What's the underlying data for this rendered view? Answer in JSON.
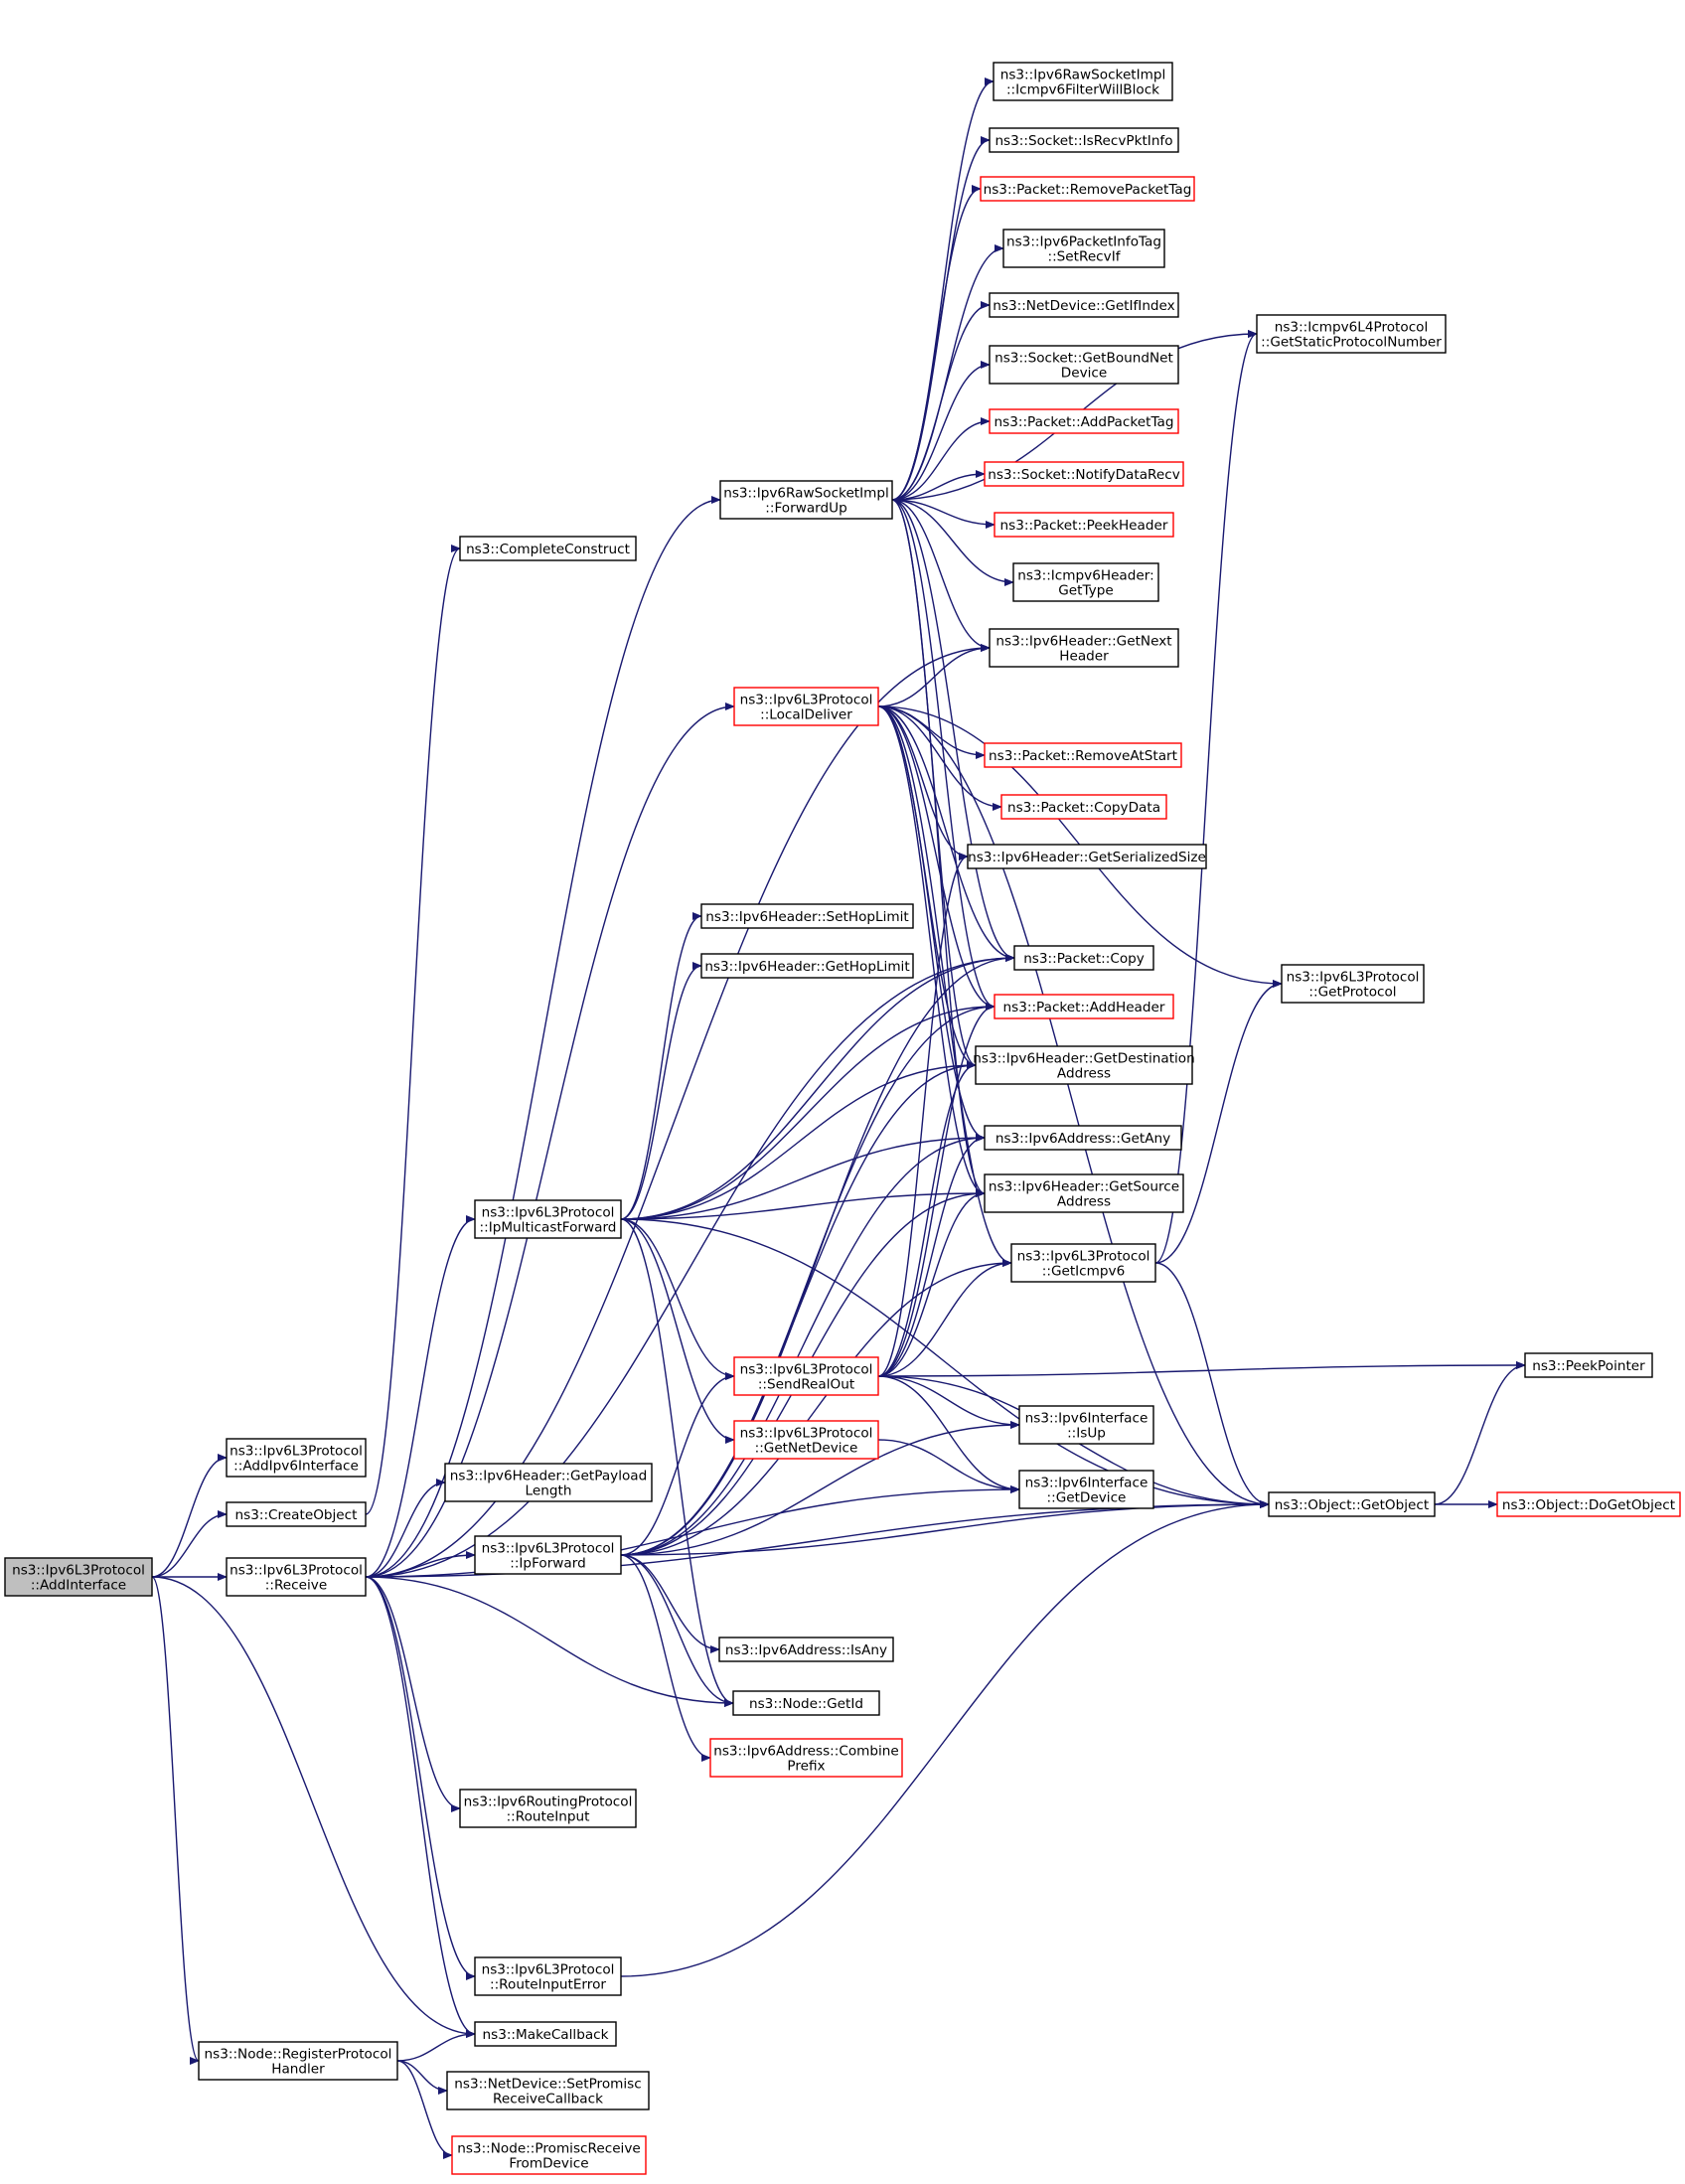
{
  "colors": {
    "edge": "#191970",
    "box_border": "#000000",
    "truncated_border": "#ff0000",
    "root_fill": "#bfbfbf",
    "box_fill": "#ffffff"
  },
  "nodes": [
    {
      "id": "addInterface",
      "lines": [
        "ns3::Ipv6L3Protocol",
        "::AddInterface"
      ],
      "style": "root"
    },
    {
      "id": "addIpv6Interface",
      "lines": [
        "ns3::Ipv6L3Protocol",
        "::AddIpv6Interface"
      ]
    },
    {
      "id": "createObject",
      "lines": [
        "ns3::CreateObject"
      ]
    },
    {
      "id": "receive",
      "lines": [
        "ns3::Ipv6L3Protocol",
        "::Receive"
      ]
    },
    {
      "id": "registerProtocolHandler",
      "lines": [
        "ns3::Node::RegisterProtocol",
        "Handler"
      ]
    },
    {
      "id": "makeCallback",
      "lines": [
        "ns3::MakeCallback"
      ]
    },
    {
      "id": "completeConstruct",
      "lines": [
        "ns3::CompleteConstruct"
      ]
    },
    {
      "id": "rawForwardUp",
      "lines": [
        "ns3::Ipv6RawSocketImpl",
        "::ForwardUp"
      ]
    },
    {
      "id": "localDeliver",
      "lines": [
        "ns3::Ipv6L3Protocol",
        "::LocalDeliver"
      ],
      "style": "trunc"
    },
    {
      "id": "ipMulticastForward",
      "lines": [
        "ns3::Ipv6L3Protocol",
        "::IpMulticastForward"
      ]
    },
    {
      "id": "getPayloadLength",
      "lines": [
        "ns3::Ipv6Header::GetPayload",
        "Length"
      ]
    },
    {
      "id": "ipForward",
      "lines": [
        "ns3::Ipv6L3Protocol",
        "::IpForward"
      ]
    },
    {
      "id": "routeInput",
      "lines": [
        "ns3::Ipv6RoutingProtocol",
        "::RouteInput"
      ]
    },
    {
      "id": "routeInputError",
      "lines": [
        "ns3::Ipv6L3Protocol",
        "::RouteInputError"
      ]
    },
    {
      "id": "setPromisc",
      "lines": [
        "ns3::NetDevice::SetPromisc",
        "ReceiveCallback"
      ]
    },
    {
      "id": "promiscReceive",
      "lines": [
        "ns3::Node::PromiscReceive",
        "FromDevice"
      ],
      "style": "trunc"
    },
    {
      "id": "icmpv6FilterWillBlock",
      "lines": [
        "ns3::Ipv6RawSocketImpl",
        "::Icmpv6FilterWillBlock"
      ]
    },
    {
      "id": "isRecvPktInfo",
      "lines": [
        "ns3::Socket::IsRecvPktInfo"
      ]
    },
    {
      "id": "removePacketTag",
      "lines": [
        "ns3::Packet::RemovePacketTag"
      ],
      "style": "trunc"
    },
    {
      "id": "setRecvIf",
      "lines": [
        "ns3::Ipv6PacketInfoTag",
        "::SetRecvIf"
      ]
    },
    {
      "id": "getIfIndex",
      "lines": [
        "ns3::NetDevice::GetIfIndex"
      ]
    },
    {
      "id": "getBoundNetDevice",
      "lines": [
        "ns3::Socket::GetBoundNet",
        "Device"
      ]
    },
    {
      "id": "addPacketTag",
      "lines": [
        "ns3::Packet::AddPacketTag"
      ],
      "style": "trunc"
    },
    {
      "id": "notifyDataRecv",
      "lines": [
        "ns3::Socket::NotifyDataRecv"
      ],
      "style": "trunc"
    },
    {
      "id": "peekHeader",
      "lines": [
        "ns3::Packet::PeekHeader"
      ],
      "style": "trunc"
    },
    {
      "id": "icmpGetType",
      "lines": [
        "ns3::Icmpv6Header:",
        "GetType"
      ]
    },
    {
      "id": "getNextHeader",
      "lines": [
        "ns3::Ipv6Header::GetNext",
        "Header"
      ]
    },
    {
      "id": "removeAtStart",
      "lines": [
        "ns3::Packet::RemoveAtStart"
      ],
      "style": "trunc"
    },
    {
      "id": "copyData",
      "lines": [
        "ns3::Packet::CopyData"
      ],
      "style": "trunc"
    },
    {
      "id": "getSerializedSize",
      "lines": [
        "ns3::Ipv6Header::GetSerializedSize"
      ]
    },
    {
      "id": "setHopLimit",
      "lines": [
        "ns3::Ipv6Header::SetHopLimit"
      ]
    },
    {
      "id": "getHopLimit",
      "lines": [
        "ns3::Ipv6Header::GetHopLimit"
      ]
    },
    {
      "id": "packetCopy",
      "lines": [
        "ns3::Packet::Copy"
      ]
    },
    {
      "id": "addHeader",
      "lines": [
        "ns3::Packet::AddHeader"
      ],
      "style": "trunc"
    },
    {
      "id": "getDestAddr",
      "lines": [
        "ns3::Ipv6Header::GetDestination",
        "Address"
      ]
    },
    {
      "id": "getAny",
      "lines": [
        "ns3::Ipv6Address::GetAny"
      ]
    },
    {
      "id": "getSrcAddr",
      "lines": [
        "ns3::Ipv6Header::GetSource",
        "Address"
      ]
    },
    {
      "id": "getIcmpv6",
      "lines": [
        "ns3::Ipv6L3Protocol",
        "::GetIcmpv6"
      ]
    },
    {
      "id": "sendRealOut",
      "lines": [
        "ns3::Ipv6L3Protocol",
        "::SendRealOut"
      ],
      "style": "trunc"
    },
    {
      "id": "getNetDevice",
      "lines": [
        "ns3::Ipv6L3Protocol",
        "::GetNetDevice"
      ],
      "style": "trunc"
    },
    {
      "id": "isUp",
      "lines": [
        "ns3::Ipv6Interface",
        "::IsUp"
      ]
    },
    {
      "id": "ifGetDevice",
      "lines": [
        "ns3::Ipv6Interface",
        "::GetDevice"
      ]
    },
    {
      "id": "isAny",
      "lines": [
        "ns3::Ipv6Address::IsAny"
      ]
    },
    {
      "id": "getId",
      "lines": [
        "ns3::Node::GetId"
      ]
    },
    {
      "id": "combinePrefix",
      "lines": [
        "ns3::Ipv6Address::Combine",
        "Prefix"
      ],
      "style": "trunc"
    },
    {
      "id": "staticProtoNum",
      "lines": [
        "ns3::Icmpv6L4Protocol",
        "::GetStaticProtocolNumber"
      ]
    },
    {
      "id": "getProtocol",
      "lines": [
        "ns3::Ipv6L3Protocol",
        "::GetProtocol"
      ]
    },
    {
      "id": "peekPointer",
      "lines": [
        "ns3::PeekPointer"
      ]
    },
    {
      "id": "getObject",
      "lines": [
        "ns3::Object::GetObject"
      ]
    },
    {
      "id": "doGetObject",
      "lines": [
        "ns3::Object::DoGetObject"
      ],
      "style": "trunc"
    }
  ],
  "edges": [
    [
      "addInterface",
      "addIpv6Interface"
    ],
    [
      "addInterface",
      "createObject"
    ],
    [
      "addInterface",
      "receive"
    ],
    [
      "addInterface",
      "registerProtocolHandler"
    ],
    [
      "addInterface",
      "makeCallback"
    ],
    [
      "createObject",
      "completeConstruct"
    ],
    [
      "receive",
      "rawForwardUp"
    ],
    [
      "receive",
      "localDeliver"
    ],
    [
      "receive",
      "ipMulticastForward"
    ],
    [
      "receive",
      "getPayloadLength"
    ],
    [
      "receive",
      "ipForward"
    ],
    [
      "receive",
      "routeInput"
    ],
    [
      "receive",
      "routeInputError"
    ],
    [
      "receive",
      "makeCallback"
    ],
    [
      "receive",
      "getObject"
    ],
    [
      "receive",
      "getNextHeader"
    ],
    [
      "receive",
      "packetCopy"
    ],
    [
      "receive",
      "getId"
    ],
    [
      "receive",
      "ifGetDevice"
    ],
    [
      "registerProtocolHandler",
      "makeCallback"
    ],
    [
      "registerProtocolHandler",
      "setPromisc"
    ],
    [
      "registerProtocolHandler",
      "promiscReceive"
    ],
    [
      "rawForwardUp",
      "icmpv6FilterWillBlock"
    ],
    [
      "rawForwardUp",
      "isRecvPktInfo"
    ],
    [
      "rawForwardUp",
      "removePacketTag"
    ],
    [
      "rawForwardUp",
      "setRecvIf"
    ],
    [
      "rawForwardUp",
      "getIfIndex"
    ],
    [
      "rawForwardUp",
      "getBoundNetDevice"
    ],
    [
      "rawForwardUp",
      "addPacketTag"
    ],
    [
      "rawForwardUp",
      "notifyDataRecv"
    ],
    [
      "rawForwardUp",
      "peekHeader"
    ],
    [
      "rawForwardUp",
      "icmpGetType"
    ],
    [
      "rawForwardUp",
      "getNextHeader"
    ],
    [
      "rawForwardUp",
      "staticProtoNum"
    ],
    [
      "rawForwardUp",
      "packetCopy"
    ],
    [
      "rawForwardUp",
      "addHeader"
    ],
    [
      "rawForwardUp",
      "getDestAddr"
    ],
    [
      "rawForwardUp",
      "getSrcAddr"
    ],
    [
      "localDeliver",
      "getNextHeader"
    ],
    [
      "localDeliver",
      "removeAtStart"
    ],
    [
      "localDeliver",
      "copyData"
    ],
    [
      "localDeliver",
      "getSerializedSize"
    ],
    [
      "localDeliver",
      "packetCopy"
    ],
    [
      "localDeliver",
      "addHeader"
    ],
    [
      "localDeliver",
      "getDestAddr"
    ],
    [
      "localDeliver",
      "getAny"
    ],
    [
      "localDeliver",
      "getSrcAddr"
    ],
    [
      "localDeliver",
      "getIcmpv6"
    ],
    [
      "localDeliver",
      "getProtocol"
    ],
    [
      "localDeliver",
      "getObject"
    ],
    [
      "ipMulticastForward",
      "setHopLimit"
    ],
    [
      "ipMulticastForward",
      "getHopLimit"
    ],
    [
      "ipMulticastForward",
      "packetCopy"
    ],
    [
      "ipMulticastForward",
      "addHeader"
    ],
    [
      "ipMulticastForward",
      "getDestAddr"
    ],
    [
      "ipMulticastForward",
      "getAny"
    ],
    [
      "ipMulticastForward",
      "getSrcAddr"
    ],
    [
      "ipMulticastForward",
      "sendRealOut"
    ],
    [
      "ipMulticastForward",
      "getNetDevice"
    ],
    [
      "ipMulticastForward",
      "getId"
    ],
    [
      "ipMulticastForward",
      "getObject"
    ],
    [
      "ipForward",
      "sendRealOut"
    ],
    [
      "ipForward",
      "getIcmpv6"
    ],
    [
      "ipForward",
      "getObject"
    ],
    [
      "ipForward",
      "isAny"
    ],
    [
      "ipForward",
      "getId"
    ],
    [
      "ipForward",
      "combinePrefix"
    ],
    [
      "ipForward",
      "packetCopy"
    ],
    [
      "ipForward",
      "addHeader"
    ],
    [
      "ipForward",
      "getDestAddr"
    ],
    [
      "ipForward",
      "getAny"
    ],
    [
      "ipForward",
      "getSrcAddr"
    ],
    [
      "ipForward",
      "isUp"
    ],
    [
      "sendRealOut",
      "peekPointer"
    ],
    [
      "sendRealOut",
      "getObject"
    ],
    [
      "sendRealOut",
      "isUp"
    ],
    [
      "sendRealOut",
      "ifGetDevice"
    ],
    [
      "sendRealOut",
      "getIcmpv6"
    ],
    [
      "sendRealOut",
      "addHeader"
    ],
    [
      "sendRealOut",
      "getDestAddr"
    ],
    [
      "sendRealOut",
      "getAny"
    ],
    [
      "sendRealOut",
      "getSrcAddr"
    ],
    [
      "sendRealOut",
      "getSerializedSize"
    ],
    [
      "getNetDevice",
      "ifGetDevice"
    ],
    [
      "getIcmpv6",
      "getProtocol"
    ],
    [
      "getIcmpv6",
      "getObject"
    ],
    [
      "getIcmpv6",
      "staticProtoNum"
    ],
    [
      "getObject",
      "peekPointer"
    ],
    [
      "getObject",
      "doGetObject"
    ],
    [
      "routeInputError",
      "getObject"
    ]
  ]
}
